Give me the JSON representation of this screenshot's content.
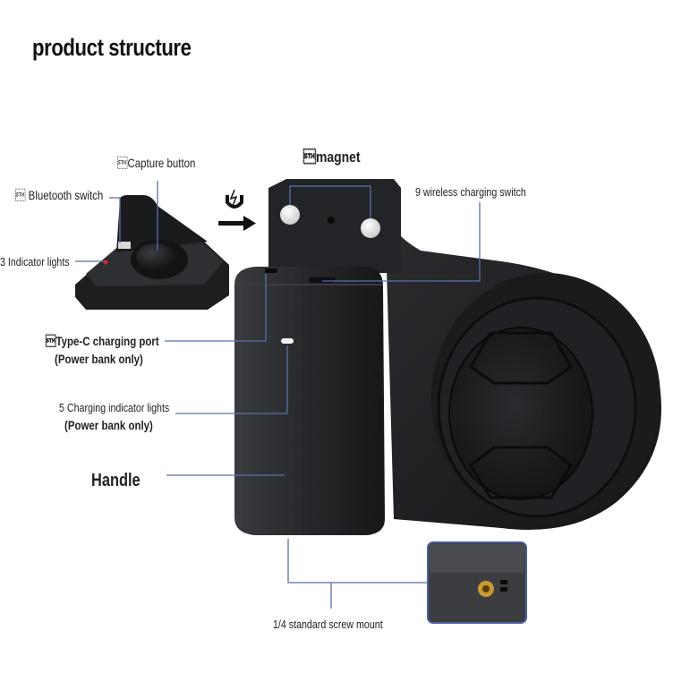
{
  "title": "product structure",
  "labels": {
    "capture_button": "\u0002Capture button",
    "bluetooth_switch": "\u0002 Bluetooth switch",
    "indicator_lights": "3 Indicator lights",
    "magnet": "\u0002magnet",
    "wireless_switch": "9 wireless charging switch",
    "typec_port": "\u0002Type-C charging port",
    "typec_note": "(Power bank only)",
    "charging_lights": "5 Charging indicator lights",
    "charging_note": "(Power bank only)",
    "handle": "Handle",
    "screw_mount": "1/4 standard screw mount"
  },
  "colors": {
    "leader_line": "#5a6fa8",
    "device_body": "#1c1d1f",
    "accent_red": "#d9201f",
    "inset_border": "#4a5fa0"
  }
}
